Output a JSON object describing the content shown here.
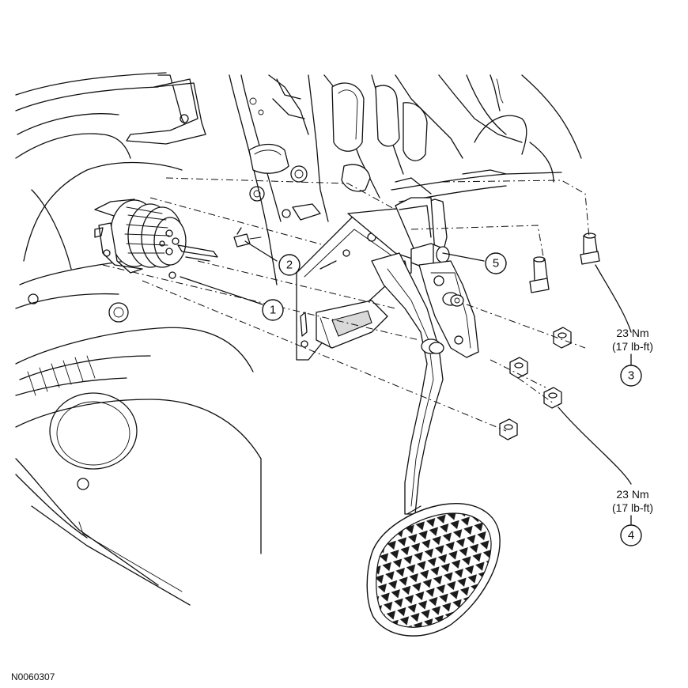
{
  "figure_id": "N0060307",
  "callouts": [
    {
      "number": "1"
    },
    {
      "number": "2"
    },
    {
      "number": "3"
    },
    {
      "number": "4"
    },
    {
      "number": "5"
    }
  ],
  "torque_specs": [
    {
      "metric": "23 Nm",
      "imperial": "(17 lb-ft)"
    },
    {
      "metric": "23 Nm",
      "imperial": "(17 lb-ft)"
    }
  ]
}
